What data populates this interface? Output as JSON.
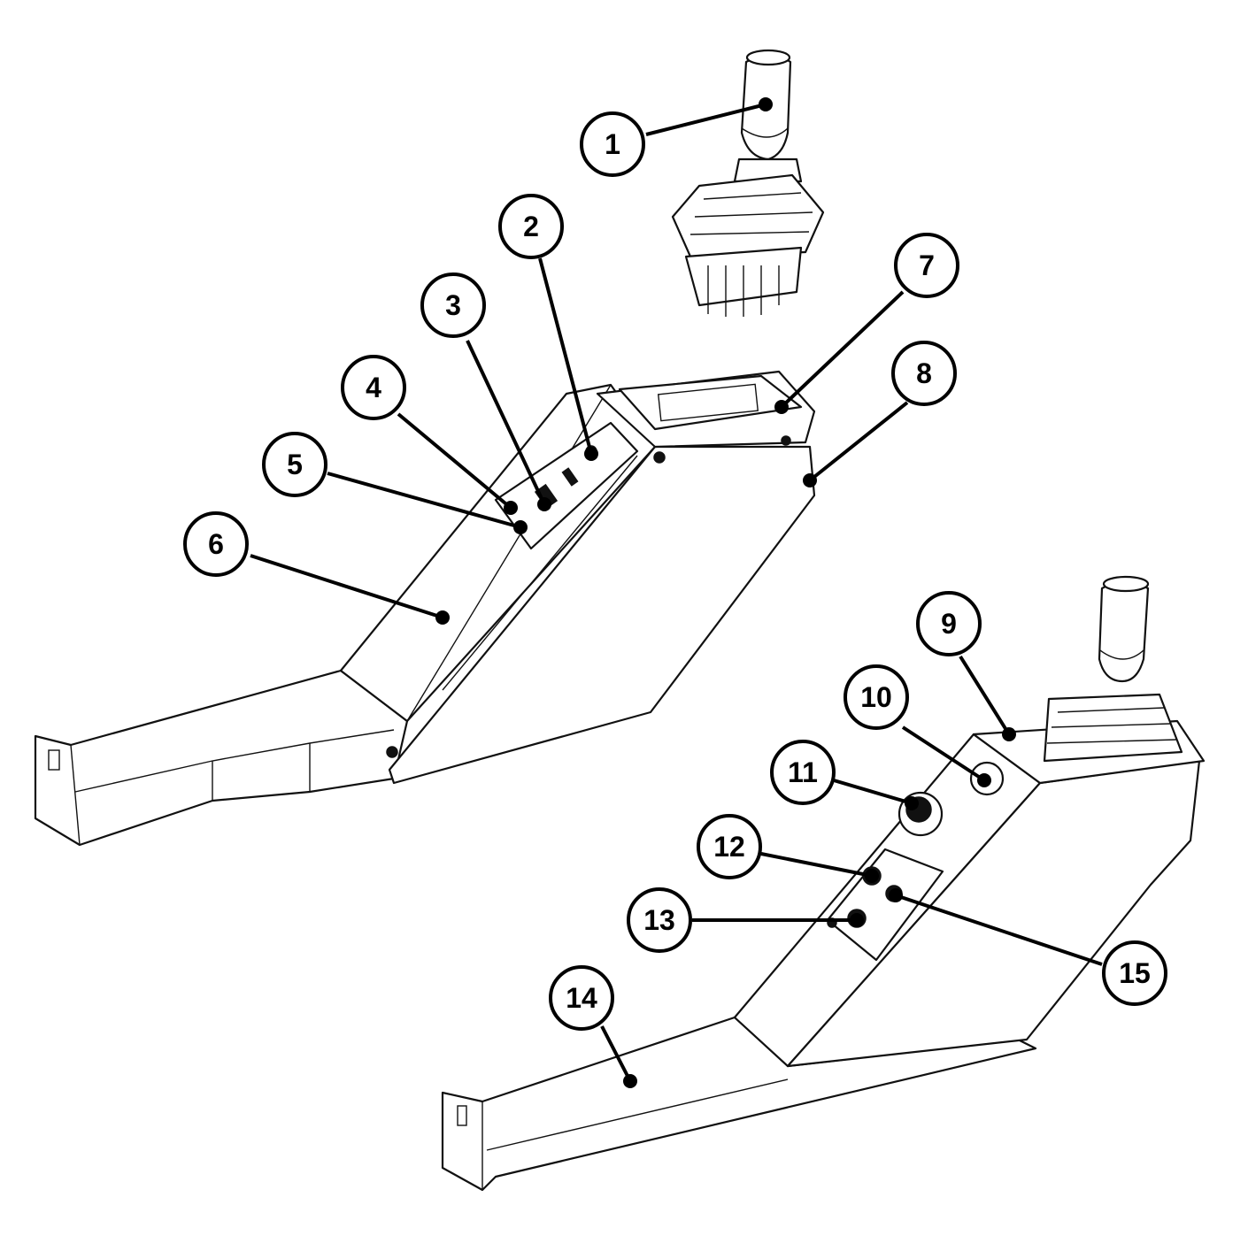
{
  "callouts": [
    {
      "label": "1",
      "part": "joystick"
    },
    {
      "label": "2",
      "part": "switch-panel-top"
    },
    {
      "label": "3",
      "part": "toggle-switch"
    },
    {
      "label": "4",
      "part": "switch-lamp"
    },
    {
      "label": "5",
      "part": "panel-screw"
    },
    {
      "label": "6",
      "part": "left-console-housing"
    },
    {
      "label": "7",
      "part": "joystick-mount-plate"
    },
    {
      "label": "8",
      "part": "side-cover-panel"
    },
    {
      "label": "9",
      "part": "joystick-boot-plate"
    },
    {
      "label": "10",
      "part": "knob"
    },
    {
      "label": "11",
      "part": "rotary-control"
    },
    {
      "label": "12",
      "part": "push-button"
    },
    {
      "label": "13",
      "part": "push-button"
    },
    {
      "label": "14",
      "part": "right-console-housing"
    },
    {
      "label": "15",
      "part": "indicator-lamp"
    }
  ]
}
